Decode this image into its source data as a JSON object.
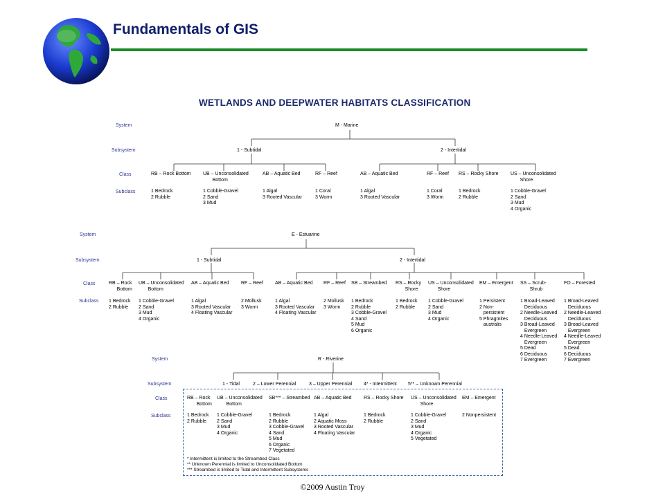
{
  "header": {
    "title": "Fundamentals of GIS"
  },
  "diagram": {
    "title": "WETLANDS AND DEEPWATER HABITATS CLASSIFICATION",
    "marine": {
      "labels": [
        "System",
        "Subsystem",
        "Class",
        "Subclass"
      ],
      "system": "M - Marine",
      "subsystems": [
        "1 - Subtidal",
        "2 - Intertidal"
      ],
      "classes": [
        {
          "name": "RB – Rock Bottom",
          "subclass": "1 Bedrock\n2 Rubble"
        },
        {
          "name": "UB – Unconsolidated\n       Bottom",
          "subclass": "1 Cobble-Gravel\n2 Sand\n3 Mud"
        },
        {
          "name": "AB – Aquatic Bed",
          "subclass": "1 Algal\n3 Rooted Vascular"
        },
        {
          "name": "RF – Reef",
          "subclass": "1 Coral\n3 Worm"
        },
        {
          "name": "AB – Aquatic Bed",
          "subclass": "1 Algal\n3 Rooted Vascular"
        },
        {
          "name": "RF – Reef",
          "subclass": "1 Coral\n3 Worm"
        },
        {
          "name": "RS – Rocky Shore",
          "subclass": "1 Bedrock\n2 Rubble"
        },
        {
          "name": "US – Unconsolidated\n       Shore",
          "subclass": "1 Cobble-Gravel\n2 Sand\n3 Mud\n4 Organic"
        }
      ]
    },
    "estuarine": {
      "labels": [
        "System",
        "Subsystem",
        "Class",
        "Subclass"
      ],
      "system": "E - Estuarine",
      "subsystems": [
        "1 - Subtidal",
        "2 - Intertidal"
      ],
      "classes": [
        {
          "name": "RB – Rock\n      Bottom",
          "subclass": "1 Bedrock\n2 Rubble"
        },
        {
          "name": "UB – Unconsolidated\n       Bottom",
          "subclass": "1 Cobble-Gravel\n2 Sand\n3 Mud\n4 Organic"
        },
        {
          "name": "AB – Aquatic Bed",
          "subclass": "1 Algal\n3 Rooted Vascular\n4 Floating Vascular"
        },
        {
          "name": "RF – Reef",
          "subclass": "2 Mollusk\n3 Worm"
        },
        {
          "name": "AB – Aquatic Bed",
          "subclass": "1 Algal\n3 Rooted Vascular\n4 Floating Vascular"
        },
        {
          "name": "RF – Reef",
          "subclass": "2 Mollusk\n3 Worm"
        },
        {
          "name": "SB – Streambed",
          "subclass": "1 Bedrock\n2 Rubble\n3 Cobble-Gravel\n4 Sand\n5 Mud\n6 Organic"
        },
        {
          "name": "RS – Rocky\n       Shore",
          "subclass": "1 Bedrock\n2 Rubble"
        },
        {
          "name": "US – Unconsolidated\n       Shore",
          "subclass": "1 Cobble-Gravel\n2 Sand\n3 Mud\n4 Organic"
        },
        {
          "name": "EM – Emergent",
          "subclass": "1 Persistent\n2 Non-\n   persistent\n5 Phragmites\n   australis"
        },
        {
          "name": "SS – Scrub-\n       Shrub",
          "subclass": "1 Broad-Leaved\n   Deciduous\n2 Needle-Leaved\n   Deciduous\n3 Broad-Leaved\n   Evergreen\n4 Needle-Leaved\n   Evergreen\n5 Dead\n6 Deciduous\n7 Evergreen"
        },
        {
          "name": "FO – Forested",
          "subclass": "1 Broad-Leaved\n   Deciduous\n2 Needle-Leaved\n   Deciduous\n3 Broad-Leaved\n   Evergreen\n4 Needle-Leaved\n   Evergreen\n5 Dead\n6 Deciduous\n7 Evergreen"
        }
      ]
    },
    "riverine": {
      "labels": [
        "System",
        "Subsystem",
        "Class",
        "Subclass"
      ],
      "system": "R - Riverine",
      "subsystems": [
        "1 - Tidal",
        "2 – Lower Perennial",
        "3 – Upper Perennial",
        "4* - Intermittent",
        "5** – Unknown Perennial"
      ],
      "classes": [
        {
          "name": "RB – Rock\n       Bottom",
          "subclass": "1 Bedrock\n2 Rubble"
        },
        {
          "name": "UB – Unconsolidated\n       Bottom",
          "subclass": "1 Cobble-Gravel\n2 Sand\n3 Mud\n4 Organic"
        },
        {
          "name": "SB*** – Streambed",
          "subclass": "1 Bedrock\n2 Rubble\n3 Cobble-Gravel\n4 Sand\n5 Mud\n6 Organic\n7 Vegetated"
        },
        {
          "name": "AB – Aquatic Bed",
          "subclass": "1 Algal\n2 Aquatic Moss\n3 Rooted Vascular\n4 Floating Vascular"
        },
        {
          "name": "RS – Rocky Shore",
          "subclass": "1 Bedrock\n2 Rubble"
        },
        {
          "name": "US – Unconsolidated\n       Shore",
          "subclass": "1 Cobble-Gravel\n2 Sand\n3 Mud\n4 Organic\n5 Vegetated"
        },
        {
          "name": "EM – Emergent",
          "subclass": "2 Nonpersistent"
        }
      ],
      "notes": [
        "* Intermittent is limited to the Streambed Class",
        "** Unknown Perennial is limited to Unconsolidated Bottom",
        "*** Streambed is limited to Tidal and Intermittent Subsystems"
      ]
    }
  },
  "footer": {
    "copyright": "©2009 Austin Troy"
  }
}
